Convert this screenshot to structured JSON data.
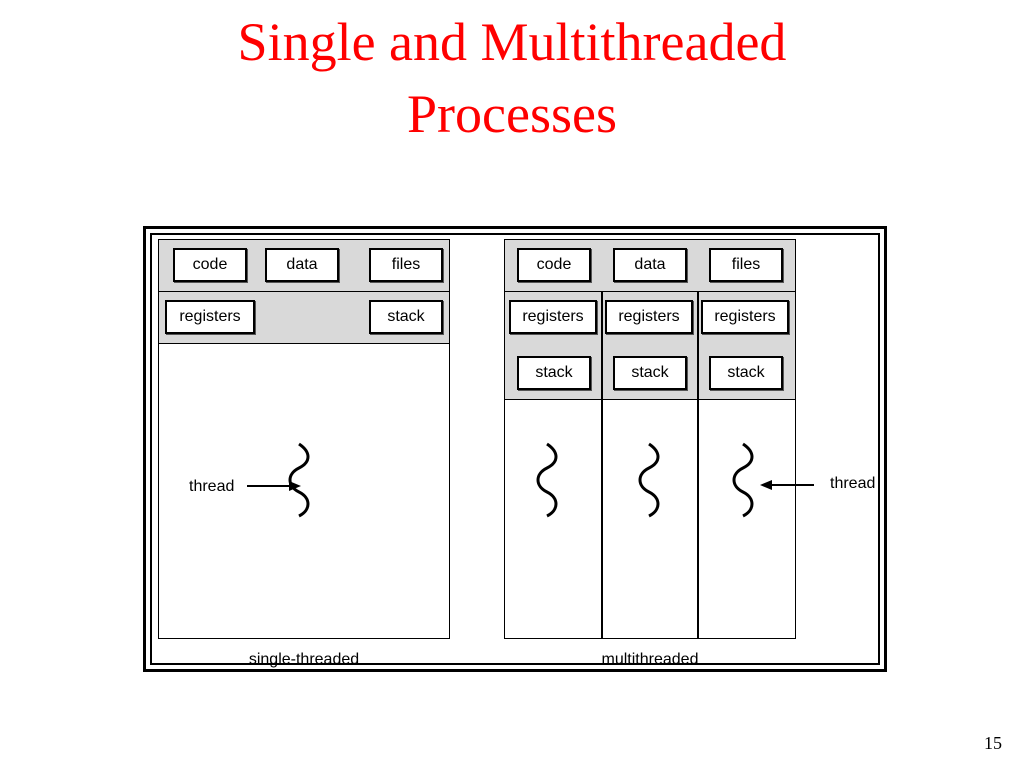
{
  "title": {
    "line1": "Single and Multithreaded",
    "line2": "Processes"
  },
  "single": {
    "shared": [
      "code",
      "data",
      "files"
    ],
    "registers": "registers",
    "stack": "stack",
    "thread_label": "thread",
    "caption": "single-threaded"
  },
  "multi": {
    "shared": [
      "code",
      "data",
      "files"
    ],
    "registers": [
      "registers",
      "registers",
      "registers"
    ],
    "stacks": [
      "stack",
      "stack",
      "stack"
    ],
    "thread_label": "thread",
    "caption": "multithreaded"
  },
  "page_number": "15"
}
